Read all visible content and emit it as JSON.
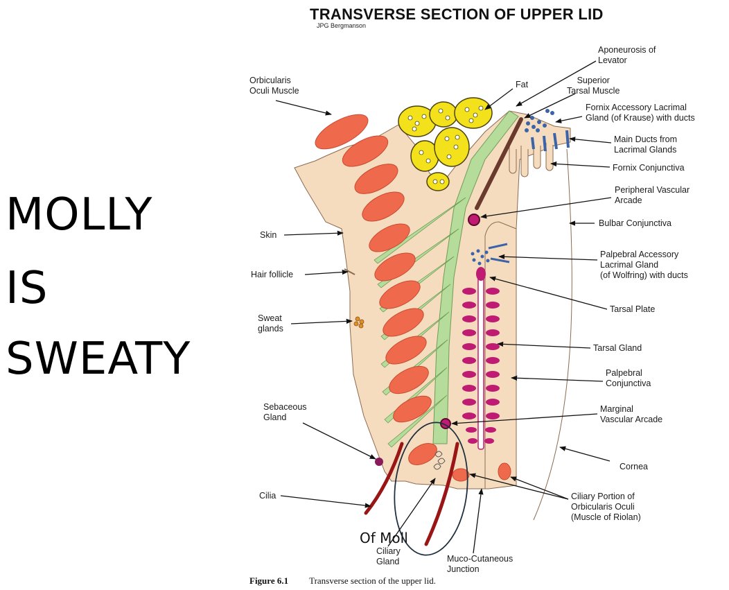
{
  "mnemonic": {
    "line1": "MOLLY",
    "line2": "IS",
    "line3": "SWEATY"
  },
  "header": {
    "title": "TRANSVERSE SECTION OF UPPER LID",
    "author": "JPG  Bergmanson"
  },
  "labels": {
    "orbicularis": [
      "Orbicularis",
      "Oculi Muscle"
    ],
    "fat": [
      "Fat"
    ],
    "aponeurosis": [
      "Aponeurosis of",
      "Levator"
    ],
    "superior_tarsal": [
      "Superior",
      "Tarsal Muscle"
    ],
    "fornix_accessory": [
      "Fornix Accessory Lacrimal",
      "Gland (of Krause) with ducts"
    ],
    "main_ducts": [
      "Main Ducts from",
      "Lacrimal Glands"
    ],
    "fornix_conj": [
      "Fornix Conjunctiva"
    ],
    "peripheral_arcade": [
      "Peripheral Vascular",
      "Arcade"
    ],
    "bulbar_conj": [
      "Bulbar Conjunctiva"
    ],
    "skin": [
      "Skin"
    ],
    "palpebral_accessory": [
      "Palpebral Accessory",
      "Lacrimal Gland",
      "(of Wolfring) with ducts"
    ],
    "hair_follicle": [
      "Hair follicle"
    ],
    "tarsal_plate": [
      "Tarsal Plate"
    ],
    "sweat_glands": [
      "Sweat",
      "glands"
    ],
    "tarsal_gland": [
      "Tarsal  Gland"
    ],
    "palpebral_conj": [
      "Palpebral",
      "Conjunctiva"
    ],
    "sebaceous": [
      "Sebaceous",
      "Gland"
    ],
    "marginal_arcade": [
      "Marginal",
      "Vascular Arcade"
    ],
    "cornea": [
      "Cornea"
    ],
    "cilia": [
      "Cilia"
    ],
    "ciliary_portion": [
      "Ciliary Portion of",
      "Orbicularis Oculi",
      "(Muscle of Riolan)"
    ],
    "ciliary_gland": [
      "Ciliary",
      "Gland"
    ],
    "muco_cutaneous": [
      "Muco-Cutaneous",
      "Junction"
    ]
  },
  "annotation": {
    "of_moll": "Of Moll"
  },
  "caption": {
    "figure": "Figure 6.1",
    "text": "Transverse section of the upper lid."
  },
  "colors": {
    "skin": "#f6dcbf",
    "muscle": "#ef6a4c",
    "septum": "#b5dc9a",
    "fat": "#f3e11c",
    "tarsal": "#c01b73",
    "duct": "#3b63a8",
    "levator": "#6b3a2e"
  }
}
